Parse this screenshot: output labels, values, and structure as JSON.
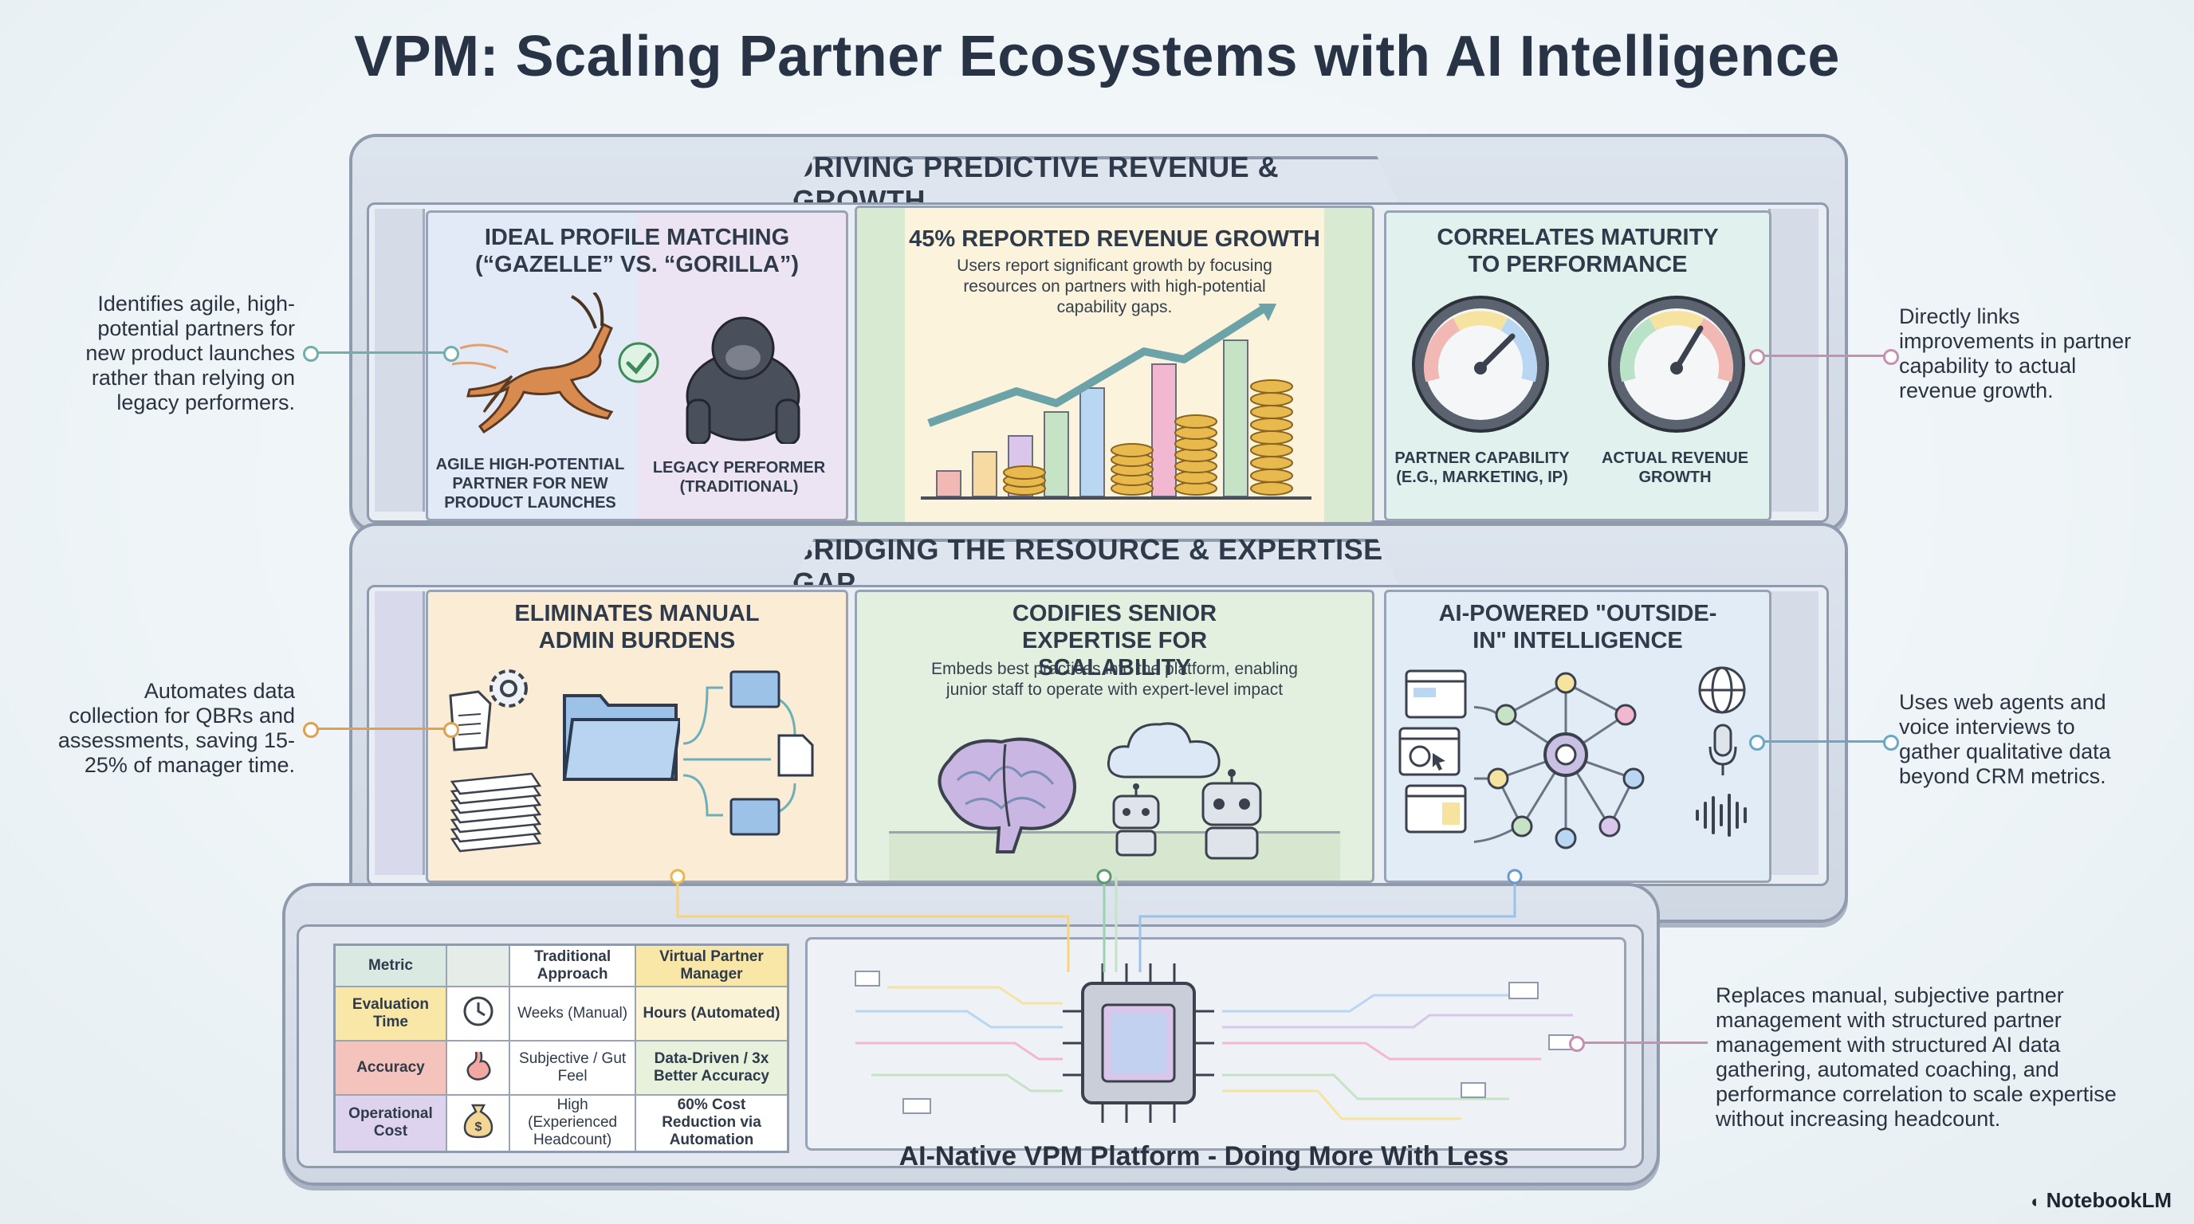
{
  "title": "VPM: Scaling Partner Ecosystems with AI Intelligence",
  "top_shelf": {
    "label": "DRIVING PREDICTIVE REVENUE & GROWTH",
    "panels": {
      "profile": {
        "title": "IDEAL PROFILE MATCHING (“GAZELLE” VS. “GORILLA”)",
        "gazelle_caption": "AGILE  HIGH-POTENTIAL PARTNER FOR NEW PRODUCT LAUNCHES",
        "gorilla_caption": "LEGACY PERFORMER (TRADITIONAL)"
      },
      "growth": {
        "title": "45% REPORTED REVENUE GROWTH",
        "subtitle": "Users report significant growth by focusing resources on partners with high-potential capability gaps."
      },
      "maturity": {
        "title": "CORRELATES MATURITY TO PERFORMANCE",
        "gauge1_label": "PARTNER CAPABILITY (E.G., MARKETING, IP)",
        "gauge2_label": "ACTUAL REVENUE GROWTH"
      }
    }
  },
  "middle_shelf": {
    "label": "BRIDGING THE RESOURCE & EXPERTISE GAP",
    "panels": {
      "admin": {
        "title": "ELIMINATES MANUAL ADMIN BURDENS"
      },
      "expertise": {
        "title": "CODIFIES SENIOR EXPERTISE FOR SCALABILITY",
        "subtitle": "Embeds best practices into the platform, enabling junior staff to operate with expert-level impact"
      },
      "intel": {
        "title": "AI-POWERED \"OUTSIDE-IN\" INTELLIGENCE"
      }
    }
  },
  "side_notes": {
    "left_top": "Identifies agile, high-potential partners for new product launches rather than relying on legacy performers.",
    "right_top": "Directly links improvements in partner capability to actual revenue growth.",
    "left_mid": "Automates data collection for QBRs and assessments, saving 15-25% of manager time.",
    "right_mid": "Uses web agents and voice interviews to gather qualitative data beyond CRM metrics.",
    "right_bottom": "Replaces manual, subjective partner management with structured partner management with structured AI data gathering, automated coaching, and performance correlation to scale expertise without increasing headcount."
  },
  "table": {
    "headers": [
      "Metric",
      "",
      "Traditional Approach",
      "Virtual Partner Manager"
    ],
    "rows": [
      {
        "metric": "Evaluation Time",
        "icon": "clock-icon",
        "traditional": "Weeks (Manual)",
        "vpm": "Hours (Automated)"
      },
      {
        "metric": "Accuracy",
        "icon": "stomach-icon",
        "traditional": "Subjective / Gut Feel",
        "vpm": "Data-Driven / 3x Better Accuracy"
      },
      {
        "metric": "Operational Cost",
        "icon": "money-bag-icon",
        "traditional": "High (Experienced Headcount)",
        "vpm": "60% Cost Reduction via Automation"
      }
    ]
  },
  "platform_label": "AI-Native VPM Platform - Doing More With Less",
  "brand": "NotebookLM",
  "colors": {
    "ink": "#2b3340",
    "frame": "#8f9aad",
    "panel_blue": "#e4ebf7",
    "panel_green": "#e3f0e0",
    "panel_yellow": "#fbf2d9",
    "panel_mint": "#e1f1ee",
    "panel_peach": "#fbecd6"
  }
}
